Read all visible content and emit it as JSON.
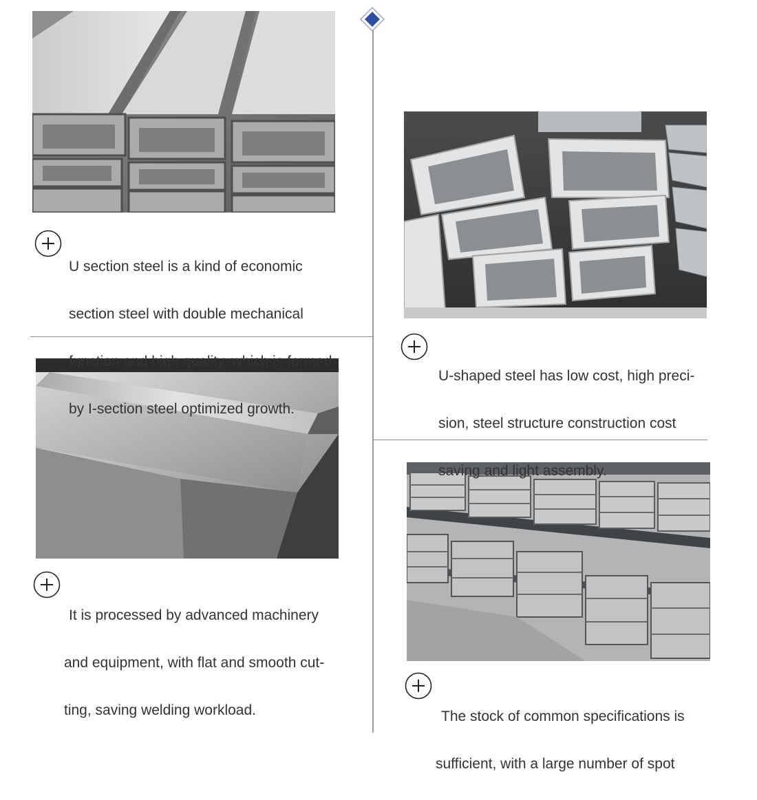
{
  "colors": {
    "divider": "#8c8c8c",
    "center_line": "#9a9a9a",
    "diamond_fill": "#2e4f9e",
    "text": "#333333",
    "icon_stroke": "#222222"
  },
  "icons": {
    "header_marker": "diamond-icon",
    "bullet": "plus-circle-icon"
  },
  "features": [
    {
      "image": "u-channel-steel-stack-photo",
      "lines": [
        "U section steel is a kind of economic",
        "section steel with double mechanical",
        "function and high quality, which is formed",
        "by I-section steel optimized growth."
      ]
    },
    {
      "image": "u-channel-steel-bundle-photo",
      "lines": [
        "U-shaped steel has low cost, high preci-",
        "sion, steel structure construction cost",
        "saving and light assembly."
      ]
    },
    {
      "image": "u-channel-steel-closeup-photo",
      "lines": [
        "It is processed by advanced machinery",
        "and equipment, with flat and smooth cut-",
        "ting, saving welding workload."
      ]
    },
    {
      "image": "u-channel-steel-warehouse-photo",
      "lines": [
        "The stock of common specifications is",
        "sufficient, with a large number of spot"
      ]
    }
  ]
}
